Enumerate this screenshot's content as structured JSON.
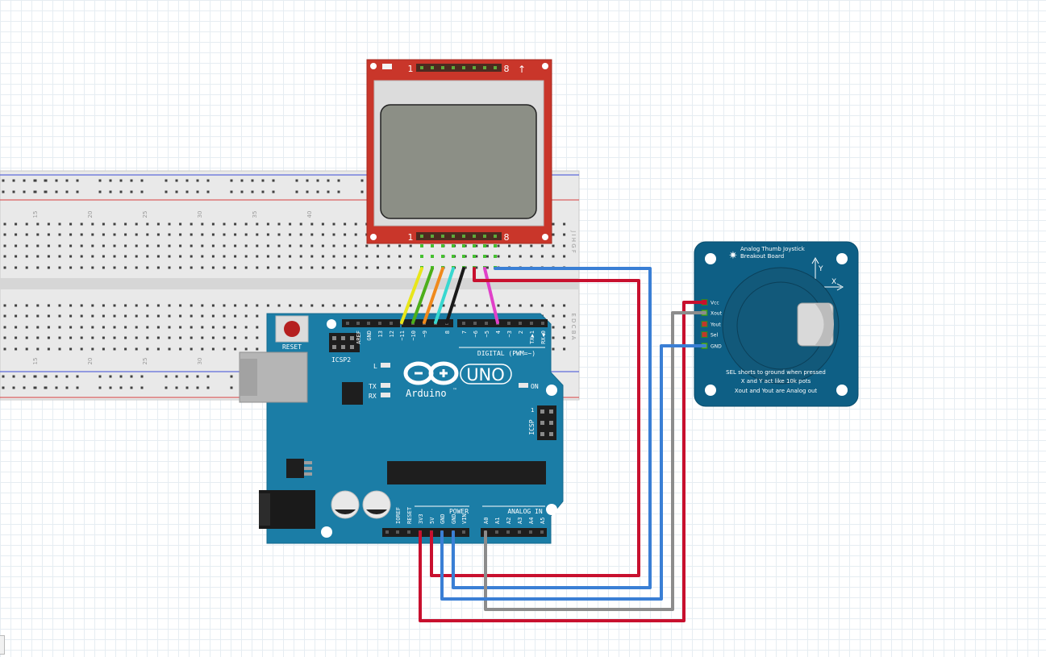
{
  "breadboard": {
    "top_column_numbers": [
      "15",
      "20",
      "25",
      "30",
      "35",
      "40"
    ],
    "bottom_column_numbers": [
      "15",
      "20",
      "25",
      "30"
    ],
    "row_letters_top": "J I H G F",
    "row_letters_bottom": "E D C B A"
  },
  "lcd": {
    "top_pin_first": "1",
    "top_pin_last": "8",
    "top_arrow": "↑",
    "bottom_pin_first": "1",
    "bottom_pin_last": "8"
  },
  "arduino": {
    "reset_label": "RESET",
    "icsp2_label": "ICSP2",
    "icsp_label": "ICSP",
    "logo_text": "Arduino",
    "logo_tm": "™",
    "uno_label": "UNO",
    "on_label": "ON",
    "l_label": "L",
    "tx_label": "TX",
    "rx_label": "RX",
    "digital_label": "DIGITAL (PWM=~)",
    "power_label": "POWER",
    "analog_label": "ANALOG IN",
    "digital_header_pins": [
      "AREF",
      "GND",
      "13",
      "12",
      "~11",
      "~10",
      "~9",
      "8",
      "7",
      "~6",
      "~5",
      "4",
      "~3",
      "2",
      "TX▶1",
      "RX◀0"
    ],
    "power_pins": [
      "IOREF",
      "RESET",
      "3V3",
      "5V",
      "GND",
      "GND",
      "VIN"
    ],
    "analog_pins": [
      "A0",
      "A1",
      "A2",
      "A3",
      "A4",
      "A5"
    ],
    "icsp_pin_mark": "1"
  },
  "joystick": {
    "title_line1": "Analog Thumb Joystick",
    "title_line2": "Breakout Board",
    "y_axis": "Y",
    "x_axis": "X",
    "pins": [
      "Vcc",
      "Xout",
      "Yout",
      "Sel",
      "GND"
    ],
    "note_line1": "SEL shorts to ground when pressed",
    "note_line2": "X and Y act like 10k pots",
    "note_line3": "Xout and Yout are Analog out"
  },
  "colors": {
    "wire_red": "#c8102e",
    "wire_blue": "#3a7fd5",
    "wire_gray": "#8c8c8c",
    "wire_yellow": "#e8e61a",
    "wire_green": "#4caf1a",
    "wire_orange": "#f08a1c",
    "wire_cyan": "#38d8d0",
    "wire_black": "#1a1a1a",
    "wire_magenta": "#e040c8",
    "arduino_board": "#1b7da6",
    "lcd_board": "#c9362a",
    "joystick_board": "#0e5f85"
  }
}
